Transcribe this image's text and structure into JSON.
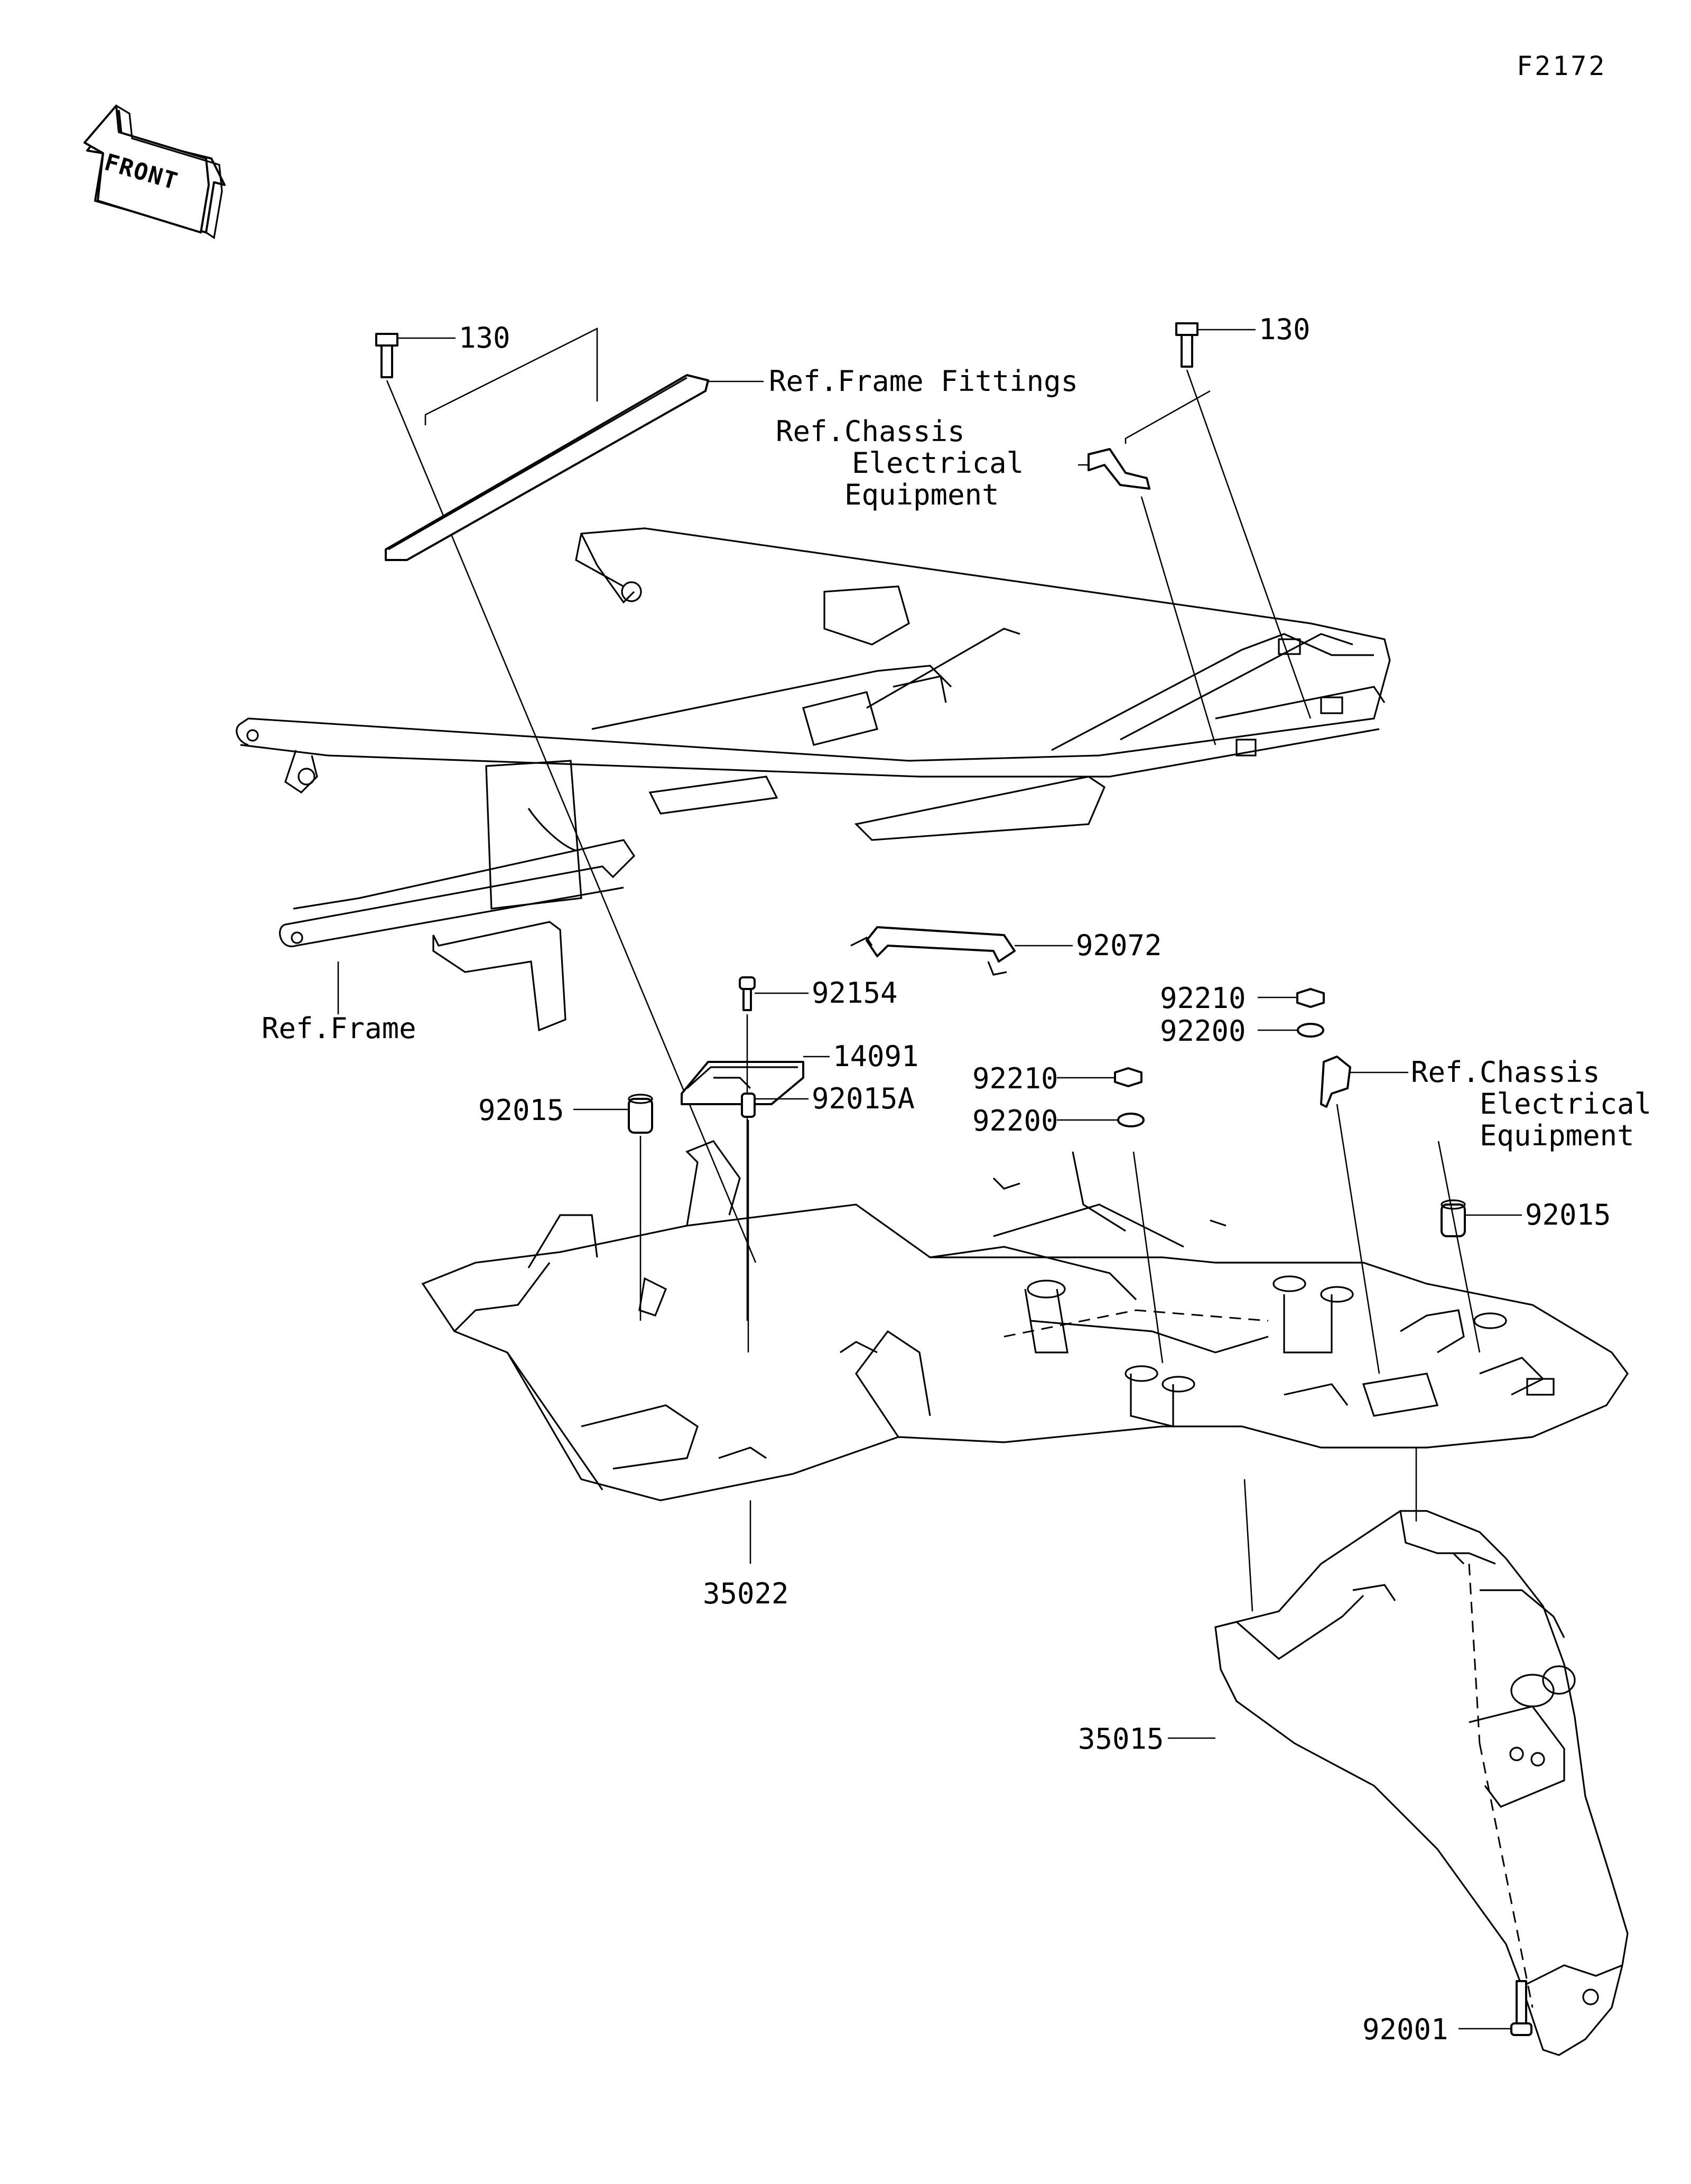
{
  "figure_id": "F2172",
  "front_label": "FRONT",
  "labels": {
    "bolt_130_left": "130",
    "bolt_130_right": "130",
    "ref_frame_fittings": "Ref.Frame Fittings",
    "ref_chassis_top_1": "Ref.Chassis",
    "ref_chassis_top_2": "Electrical",
    "ref_chassis_top_3": "Equipment",
    "ref_frame": "Ref.Frame",
    "p92072": "92072",
    "p92154": "92154",
    "p14091": "14091",
    "p92015A": "92015A",
    "p92015_left": "92015",
    "p92210_upper": "92210",
    "p92200_upper": "92200",
    "p92210_lower": "92210",
    "p92200_lower": "92200",
    "ref_chassis_mid_1": "Ref.Chassis",
    "ref_chassis_mid_2": "Electrical",
    "ref_chassis_mid_3": "Equipment",
    "p92015_right": "92015",
    "p35022": "35022",
    "p35015": "35015",
    "p92001": "92001"
  }
}
